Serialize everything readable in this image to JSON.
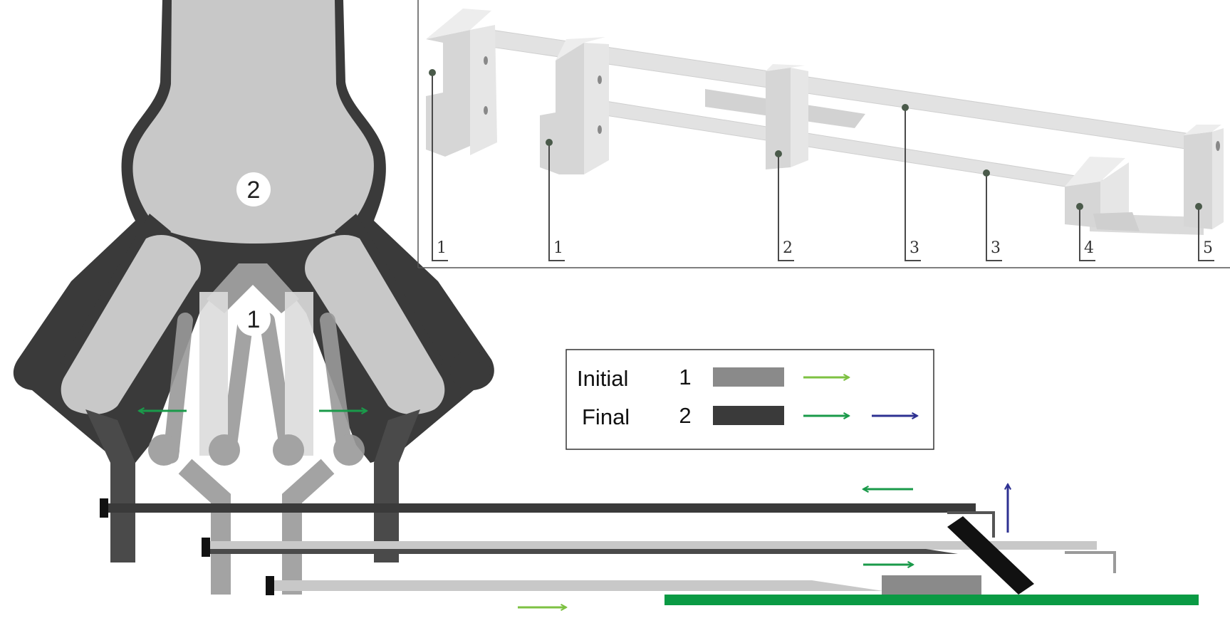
{
  "diagram": {
    "circle_labels": [
      "2",
      "1"
    ],
    "callout_labels": [
      "1",
      "1",
      "2",
      "3",
      "3",
      "4",
      "5"
    ],
    "legend": {
      "rows": [
        {
          "state": "Initial",
          "number": "1"
        },
        {
          "state": "Final",
          "number": "2"
        }
      ]
    },
    "colors": {
      "initial_fill": "#8a8a8a",
      "final_fill": "#3b3b3b",
      "arrow_light_green": "#7dc142",
      "arrow_dark_green": "#1a9a4a",
      "arrow_blue": "#2e3192",
      "ground_green": "#0a9a44",
      "frame_dark": "#3a3a3a",
      "frame_light": "#c8c8c8"
    }
  }
}
